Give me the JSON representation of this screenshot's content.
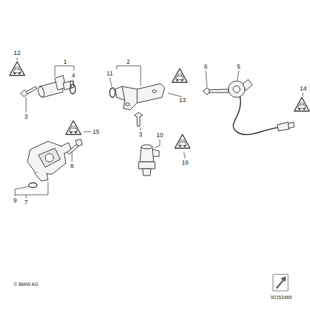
{
  "diagram": {
    "labels": [
      "12",
      "1",
      "2",
      "6",
      "5",
      "11",
      "4",
      "14",
      "13",
      "3",
      "15",
      "3",
      "10",
      "16",
      "8",
      "9",
      "7",
      "© BMW AG",
      "00153465"
    ]
  }
}
